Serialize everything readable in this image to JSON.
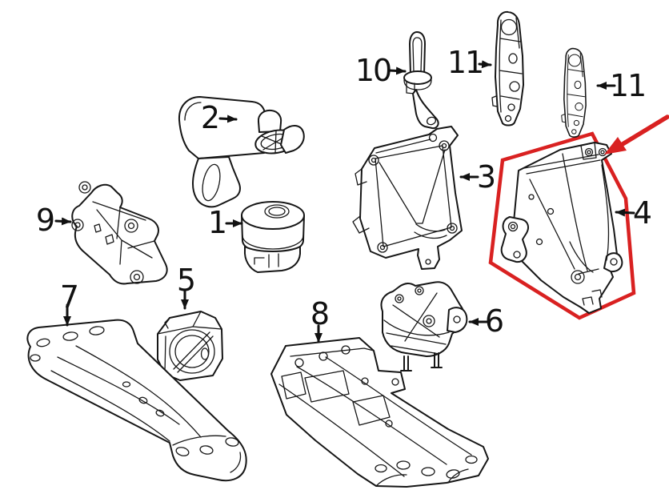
{
  "diagram": {
    "colors": {
      "background": "#ffffff",
      "line": "#161616",
      "highlight": "#d92121"
    },
    "callouts": [
      {
        "label": "1",
        "part": "engine-mount"
      },
      {
        "label": "2",
        "part": "mount-cover"
      },
      {
        "label": "3",
        "part": "support-bracket-left"
      },
      {
        "label": "4",
        "part": "support-bracket-right",
        "highlighted": true
      },
      {
        "label": "5",
        "part": "transmission-mount"
      },
      {
        "label": "6",
        "part": "rear-mount-bracket"
      },
      {
        "label": "7",
        "part": "crossmember-front"
      },
      {
        "label": "8",
        "part": "crossmember-rear"
      },
      {
        "label": "9",
        "part": "engine-bracket"
      },
      {
        "label": "10",
        "part": "stop-buffer"
      },
      {
        "label": "11",
        "part": "torque-arm-left"
      },
      {
        "label": "11",
        "part": "torque-arm-right"
      }
    ],
    "highlight": {
      "target_label": "4"
    }
  }
}
